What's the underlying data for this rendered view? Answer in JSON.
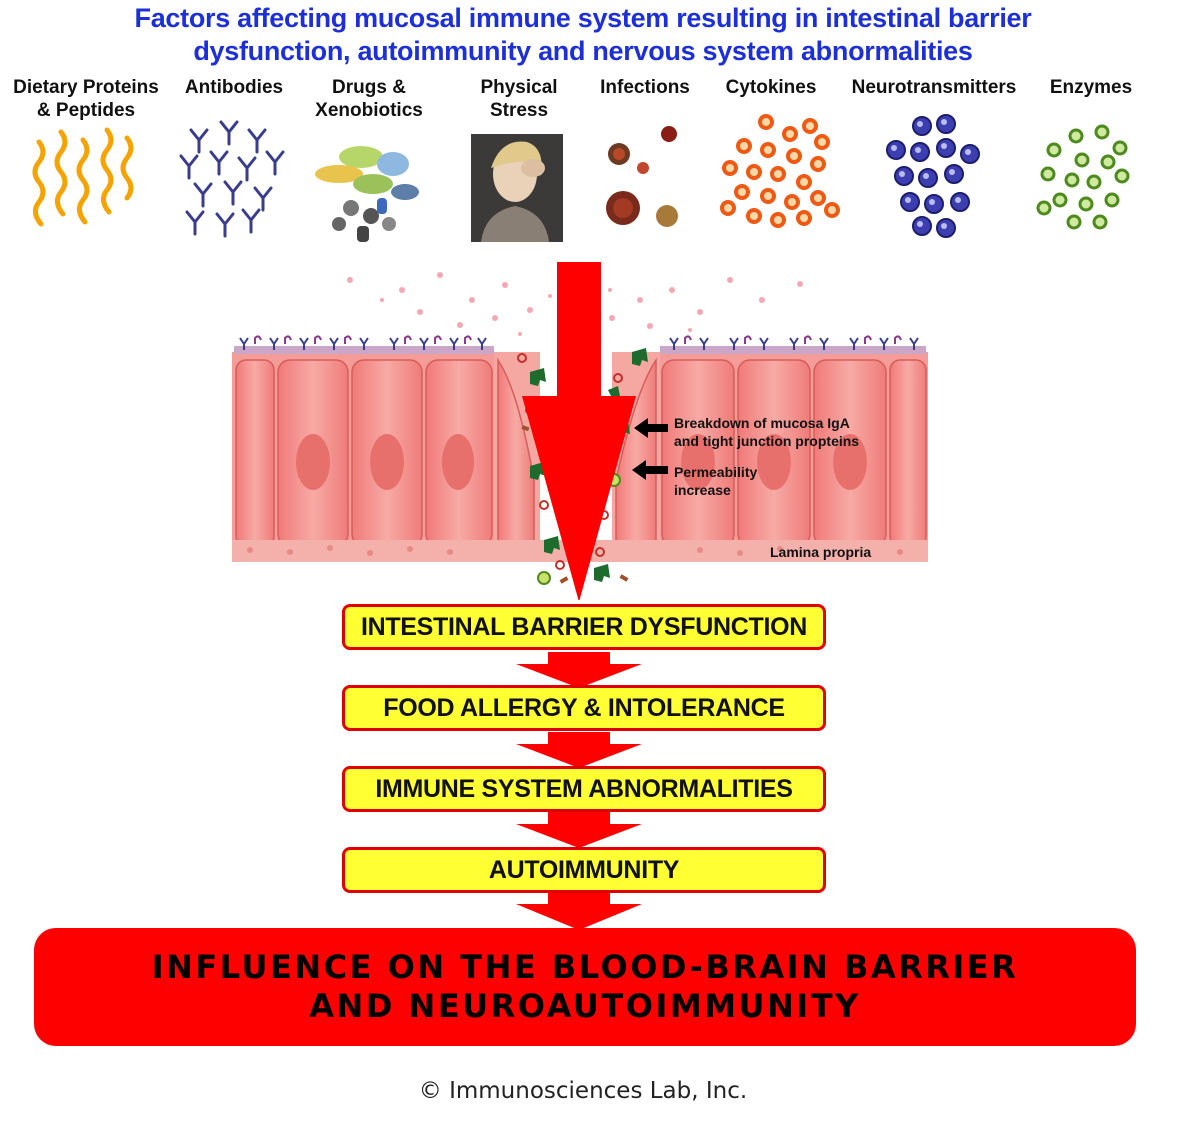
{
  "title": {
    "line1": "Factors affecting mucosal immune system resulting in intestinal barrier",
    "line2": "dysfunction, autoimmunity and nervous system abnormalities"
  },
  "factors": [
    {
      "line1": "Dietary Proteins",
      "line2": "& Peptides",
      "icon": "peptide-chain-icon"
    },
    {
      "line1": "Antibodies",
      "line2": "",
      "icon": "antibody-icon"
    },
    {
      "line1": "Drugs &",
      "line2": "Xenobiotics",
      "icon": "pills-icon"
    },
    {
      "line1": "Physical",
      "line2": "Stress",
      "icon": "stressed-person-photo"
    },
    {
      "line1": "Infections",
      "line2": "",
      "icon": "microbe-icon"
    },
    {
      "line1": "Cytokines",
      "line2": "",
      "icon": "cytokine-dots-icon"
    },
    {
      "line1": "Neurotransmitters",
      "line2": "",
      "icon": "neurotransmitter-dots-icon"
    },
    {
      "line1": "Enzymes",
      "line2": "",
      "icon": "enzyme-dots-icon"
    }
  ],
  "mucosa": {
    "annotation1_line1": "Breakdown of mucosa IgA",
    "annotation1_line2": "and tight junction propteins",
    "annotation2_line1": "Permeability",
    "annotation2_line2": "increase",
    "lamina_label": "Lamina propria"
  },
  "flow": [
    "INTESTINAL BARRIER DYSFUNCTION",
    "FOOD ALLERGY & INTOLERANCE",
    "IMMUNE SYSTEM ABNORMALITIES",
    "AUTOIMMUNITY"
  ],
  "final": {
    "line1": "INFLUENCE ON THE BLOOD-BRAIN BARRIER",
    "line2": "AND NEUROAUTOIMMUNITY"
  },
  "copyright": "© Immunosciences Lab, Inc.",
  "colors": {
    "title": "#1d2fd6",
    "arrow": "#ff0000",
    "box_fill": "#ffff33",
    "box_border": "#e00000",
    "cells": "#f29a96"
  }
}
